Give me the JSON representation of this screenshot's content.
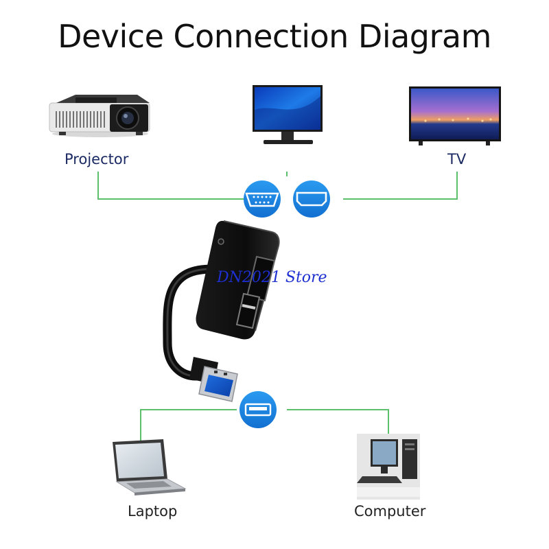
{
  "title": "Device Connection Diagram",
  "devices": {
    "projector": "Projector",
    "tv": "TV",
    "laptop": "Laptop",
    "computer": "Computer"
  },
  "watermark": "DN2021 Store",
  "colors": {
    "line": "#5bbf6b",
    "port_badge": "#1e86e6",
    "label": "#1b2a63"
  },
  "icons": [
    "projector-icon",
    "monitor-icon",
    "tv-icon",
    "vga-port-icon",
    "hdmi-port-icon",
    "usb-port-icon",
    "laptop-icon",
    "desktop-computer-icon",
    "adapter-image"
  ]
}
